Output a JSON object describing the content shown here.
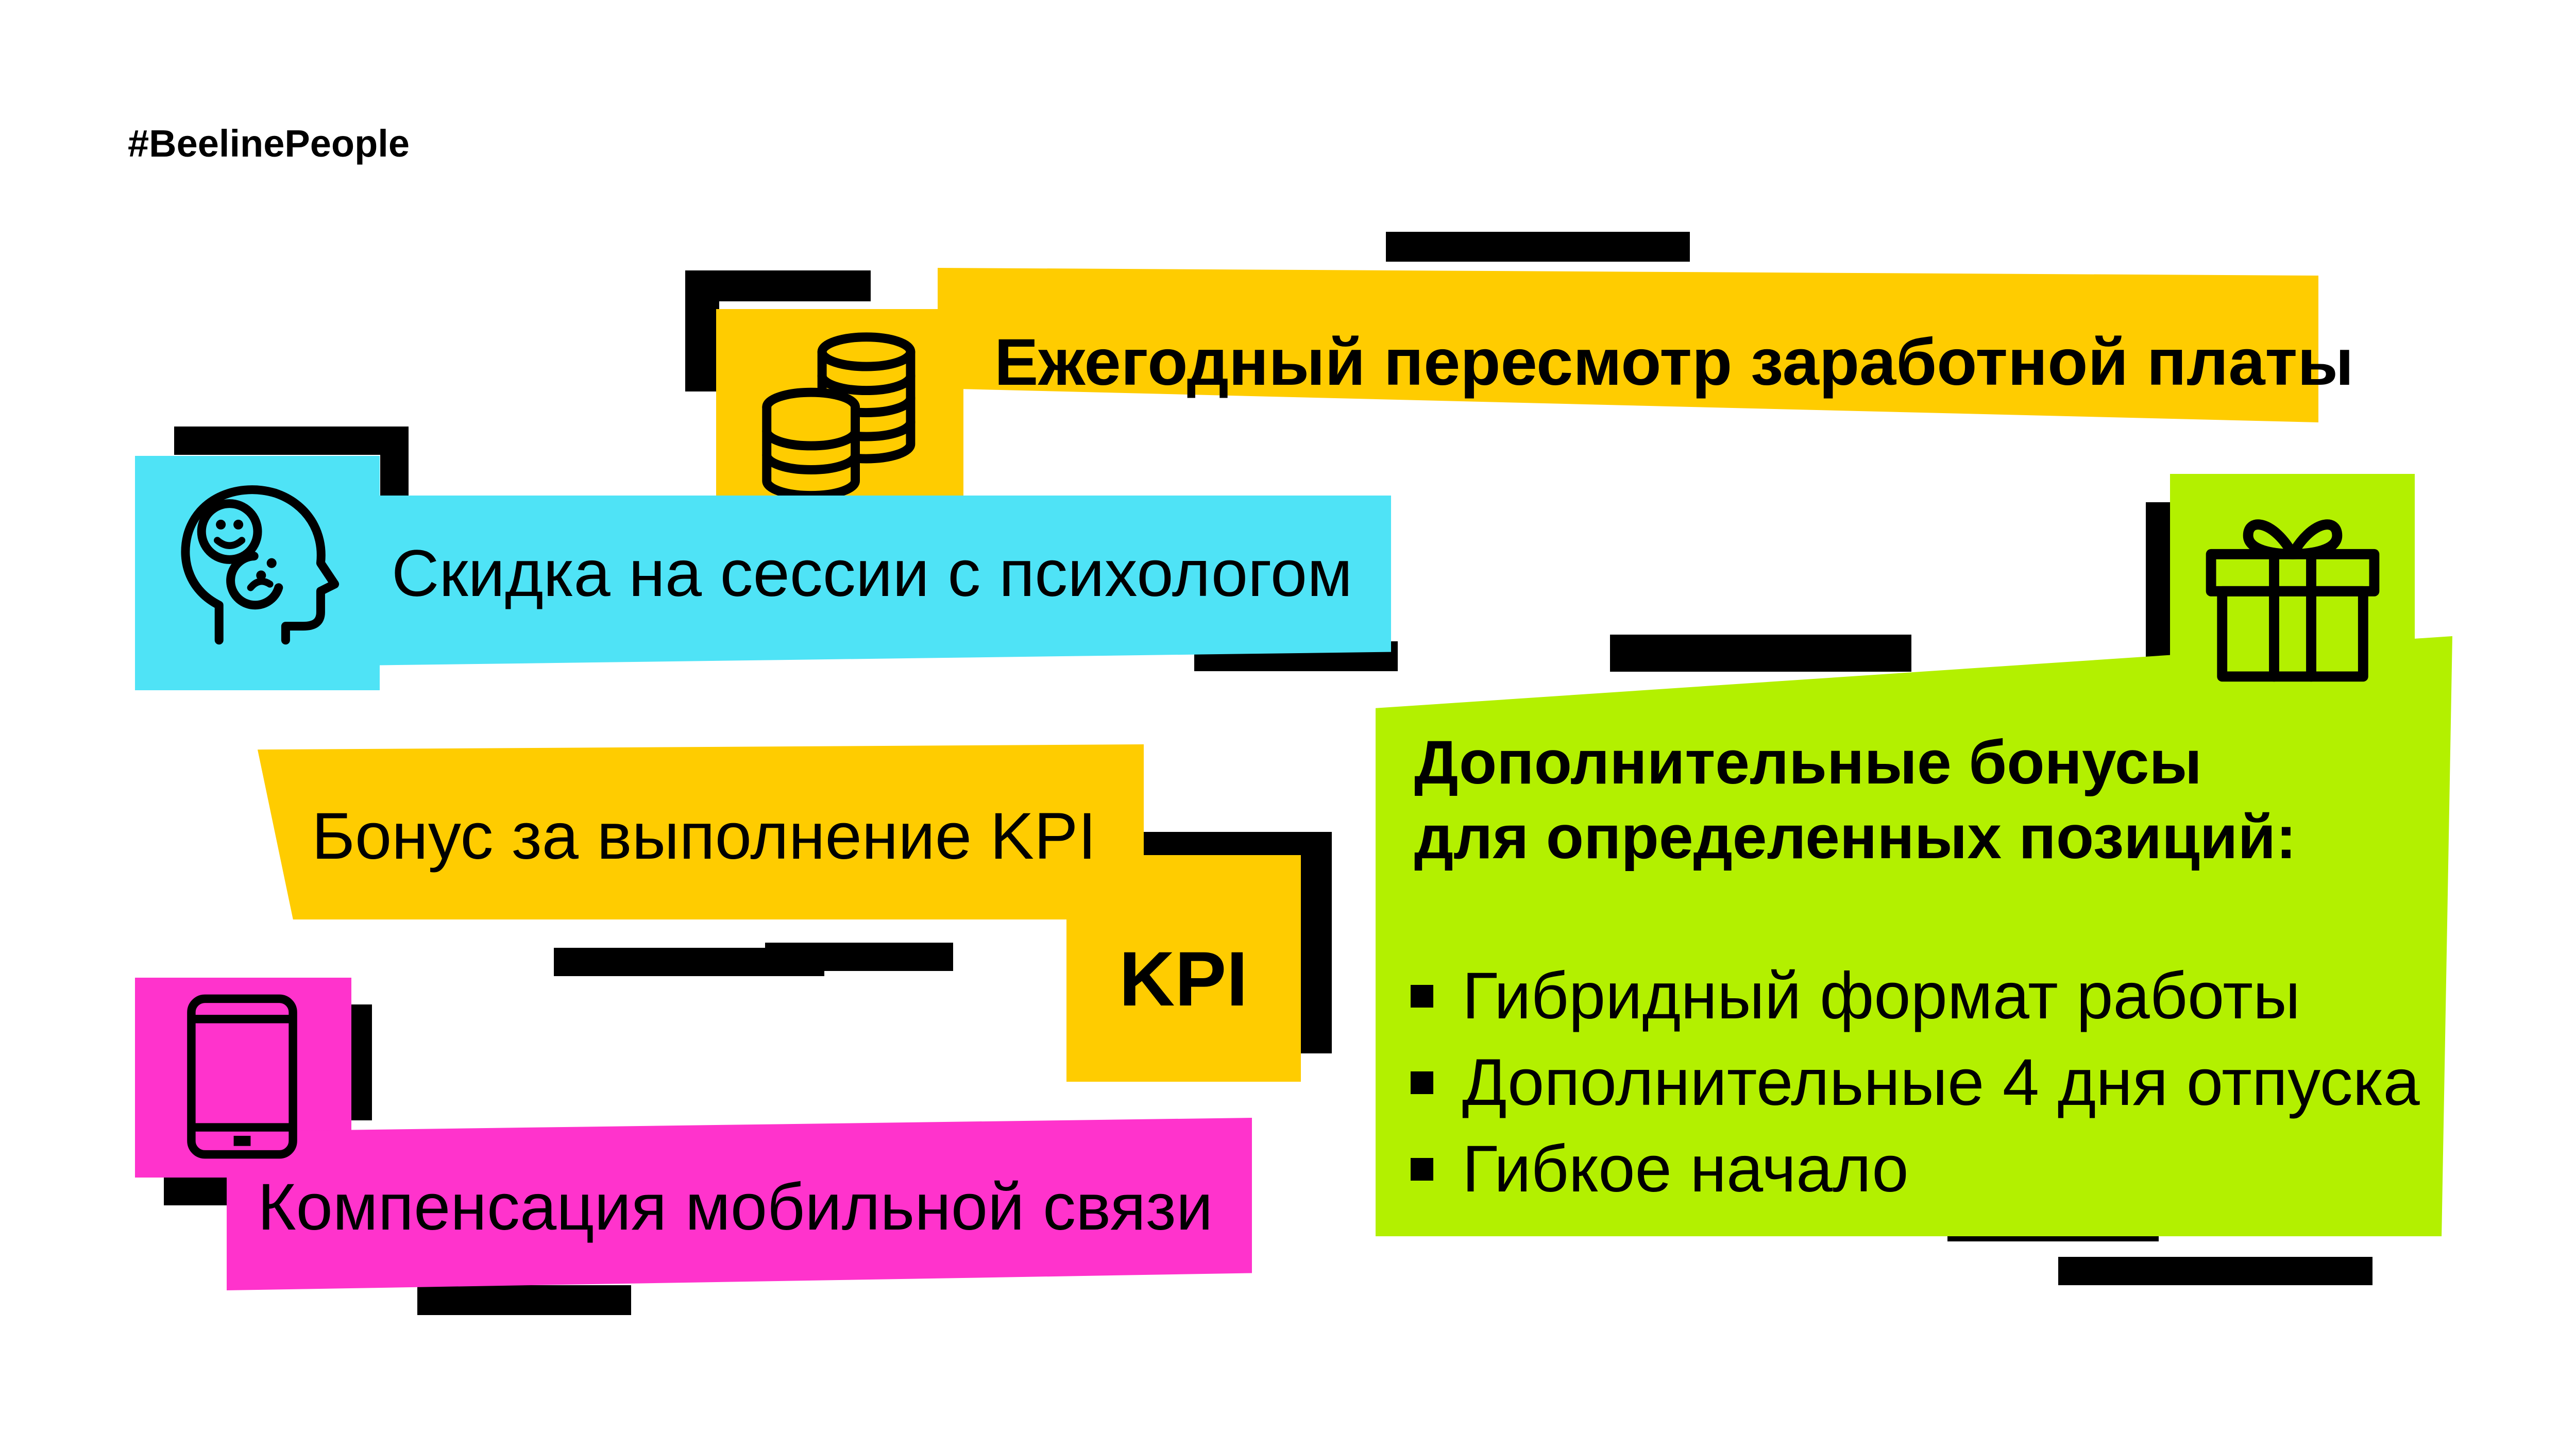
{
  "hashtag": "#BeelinePeople",
  "colors": {
    "yellow": "#FFCC00",
    "cyan": "#4FE3F6",
    "magenta": "#FF33CC",
    "lime": "#B3F000",
    "black": "#000000",
    "background": "#FFFFFF"
  },
  "cards": {
    "salary": {
      "label": "Ежегодный пересмотр заработной платы",
      "icon": "coins-icon"
    },
    "psychologist": {
      "label": "Скидка на сессии с психологом",
      "icon": "mind-head-icon"
    },
    "kpi": {
      "label": "Бонус за выполнение KPI",
      "badge": "KPI"
    },
    "mobile": {
      "label": "Компенсация мобильной связи",
      "icon": "smartphone-icon"
    },
    "bonuses": {
      "title_line1": "Дополнительные бонусы",
      "title_line2": "для определенных позиций:",
      "icon": "gift-icon",
      "items": [
        "Гибридный формат работы",
        "Дополнительные 4 дня отпуска",
        "Гибкое начало"
      ]
    }
  }
}
